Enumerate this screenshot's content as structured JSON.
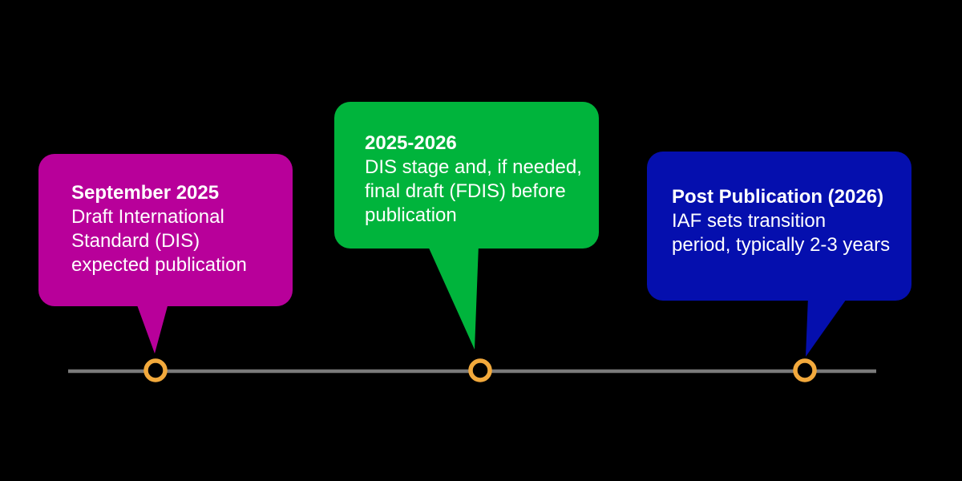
{
  "canvas": {
    "background_color": "#000000"
  },
  "timeline": {
    "line_color": "#7a7a7a",
    "marker_ring_color": "#f2a93c",
    "marker_count": 3
  },
  "events": [
    {
      "heading": "September 2025",
      "body_lines": [
        "Draft International",
        "Standard (DIS)",
        "expected publication"
      ],
      "bubble_color": "#b8009a"
    },
    {
      "heading": "2025-2026",
      "body_lines": [
        "DIS stage and, if needed,",
        "final draft (FDIS) before",
        "publication"
      ],
      "bubble_color": "#00b43c"
    },
    {
      "heading": "Post Publication (2026)",
      "body_lines": [
        "IAF sets transition",
        "period, typically 2-3 years"
      ],
      "bubble_color": "#050fae"
    }
  ]
}
